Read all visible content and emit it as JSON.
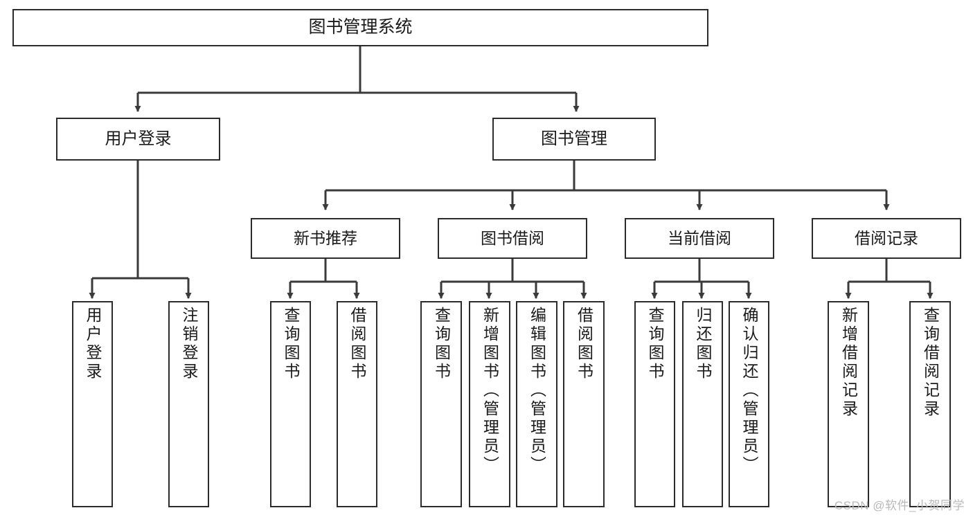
{
  "diagram": {
    "title": "图书管理系统",
    "type": "tree-hierarchy-chart",
    "colors": {
      "box_border": "#2b2b2b",
      "box_fill": "#ffffff",
      "edge": "#3a3a3a",
      "text": "#1a1a1a",
      "watermark": "#b9b9b9",
      "background": "#ffffff"
    }
  },
  "root": {
    "label": "图书管理系统"
  },
  "level1": [
    {
      "label": "用户登录"
    },
    {
      "label": "图书管理"
    }
  ],
  "level2": [
    {
      "label": "新书推荐"
    },
    {
      "label": "图书借阅"
    },
    {
      "label": "当前借阅"
    },
    {
      "label": "借阅记录"
    }
  ],
  "leaves": {
    "user_login": [
      {
        "label": "用户登录"
      },
      {
        "label": "注销登录"
      }
    ],
    "new_book_recommend": [
      {
        "label": "查询图书"
      },
      {
        "label": "借阅图书"
      }
    ],
    "book_borrow": [
      {
        "label": "查询图书"
      },
      {
        "label": "新增图书（管理员）"
      },
      {
        "label": "编辑图书（管理员）"
      },
      {
        "label": "借阅图书"
      }
    ],
    "current_borrow": [
      {
        "label": "查询图书"
      },
      {
        "label": "归还图书"
      },
      {
        "label": "确认归还（管理员）"
      }
    ],
    "borrow_record": [
      {
        "label": "新增借阅记录"
      },
      {
        "label": "查询借阅记录"
      }
    ]
  },
  "watermark": {
    "text": "CSDN @软件_小贺同学"
  }
}
